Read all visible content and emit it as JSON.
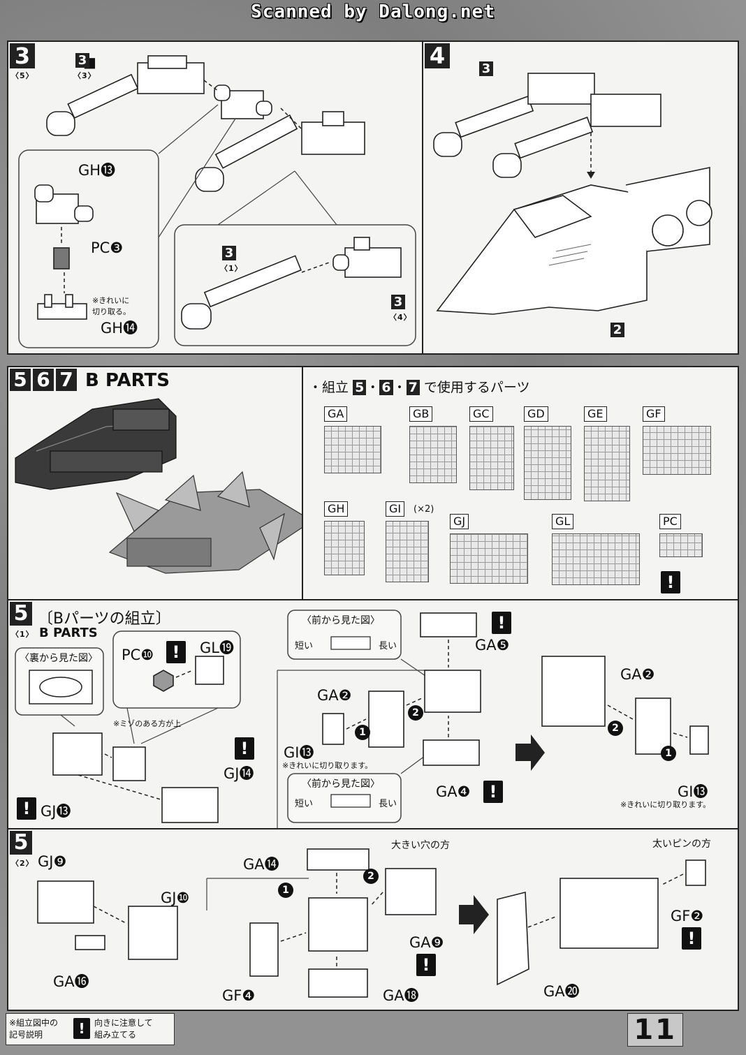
{
  "watermark": "Scanned by Dalong.net",
  "page_number": "11",
  "step3": {
    "badge": "3",
    "sub": "〈5〉",
    "part_3_sub3": "〈3〉",
    "part_3_sub1": "〈1〉",
    "part_3_sub4": "〈4〉",
    "part_3": "3",
    "gh13": "GH⓭",
    "pc3": "PC❸",
    "gh14": "GH⓮",
    "note_cut": "※きれいに\n切り取る。"
  },
  "step4": {
    "badge": "4",
    "part_3": "3",
    "part_2": "2"
  },
  "bparts": {
    "badges": [
      "5",
      "6",
      "7"
    ],
    "title": "B PARTS",
    "parts_heading_prefix": "・組立",
    "parts_heading_suffix": "で使用するパーツ",
    "parts_heading_sep": "・",
    "sprues": [
      {
        "label": "GA"
      },
      {
        "label": "GB"
      },
      {
        "label": "GC"
      },
      {
        "label": "GD"
      },
      {
        "label": "GE"
      },
      {
        "label": "GF"
      },
      {
        "label": "GH"
      },
      {
        "label": "GI"
      },
      {
        "label": "GJ"
      },
      {
        "label": "GL"
      },
      {
        "label": "PC"
      }
    ],
    "gi_mult": "(×2)"
  },
  "step5a": {
    "badge": "5",
    "sub": "〈1〉",
    "heading": "〔Bパーツの組立〕",
    "subheading": "B PARTS",
    "back_view": "〈裏から見た図〉",
    "front_view": "〈前から見た図〉",
    "short": "短い",
    "long": "長い",
    "pc10": "PC❿",
    "gl19": "GL⓳",
    "groove_note": "※ミゾのある方が上",
    "gj14": "GJ⓮",
    "gj13": "GJ⓭",
    "ga5": "GA❺",
    "ga2": "GA❷",
    "gi13": "GI⓭",
    "ga4": "GA❹",
    "cut_note": "※きれいに切り取ります。",
    "ga2_right": "GA❷",
    "gi13_right": "GI⓭",
    "cut_note_right": "※きれいに切り取ります。",
    "step1": "1",
    "step2": "2"
  },
  "step5b": {
    "badge": "5",
    "sub": "〈2〉",
    "gj9": "GJ❾",
    "gj10": "GJ❿",
    "ga16": "GA⓰",
    "ga14": "GA⓮",
    "big_hole": "大きい穴の方",
    "ga9": "GA❾",
    "gf4": "GF❹",
    "ga18": "GA⓲",
    "ga20": "GA⓴",
    "thick_pin": "太いピンの方",
    "gf2": "GF❷",
    "step1": "1",
    "step2": "2"
  },
  "legend": {
    "title": "※組立図中の\n記号説明",
    "text": "向きに注意して\n組み立てる"
  }
}
